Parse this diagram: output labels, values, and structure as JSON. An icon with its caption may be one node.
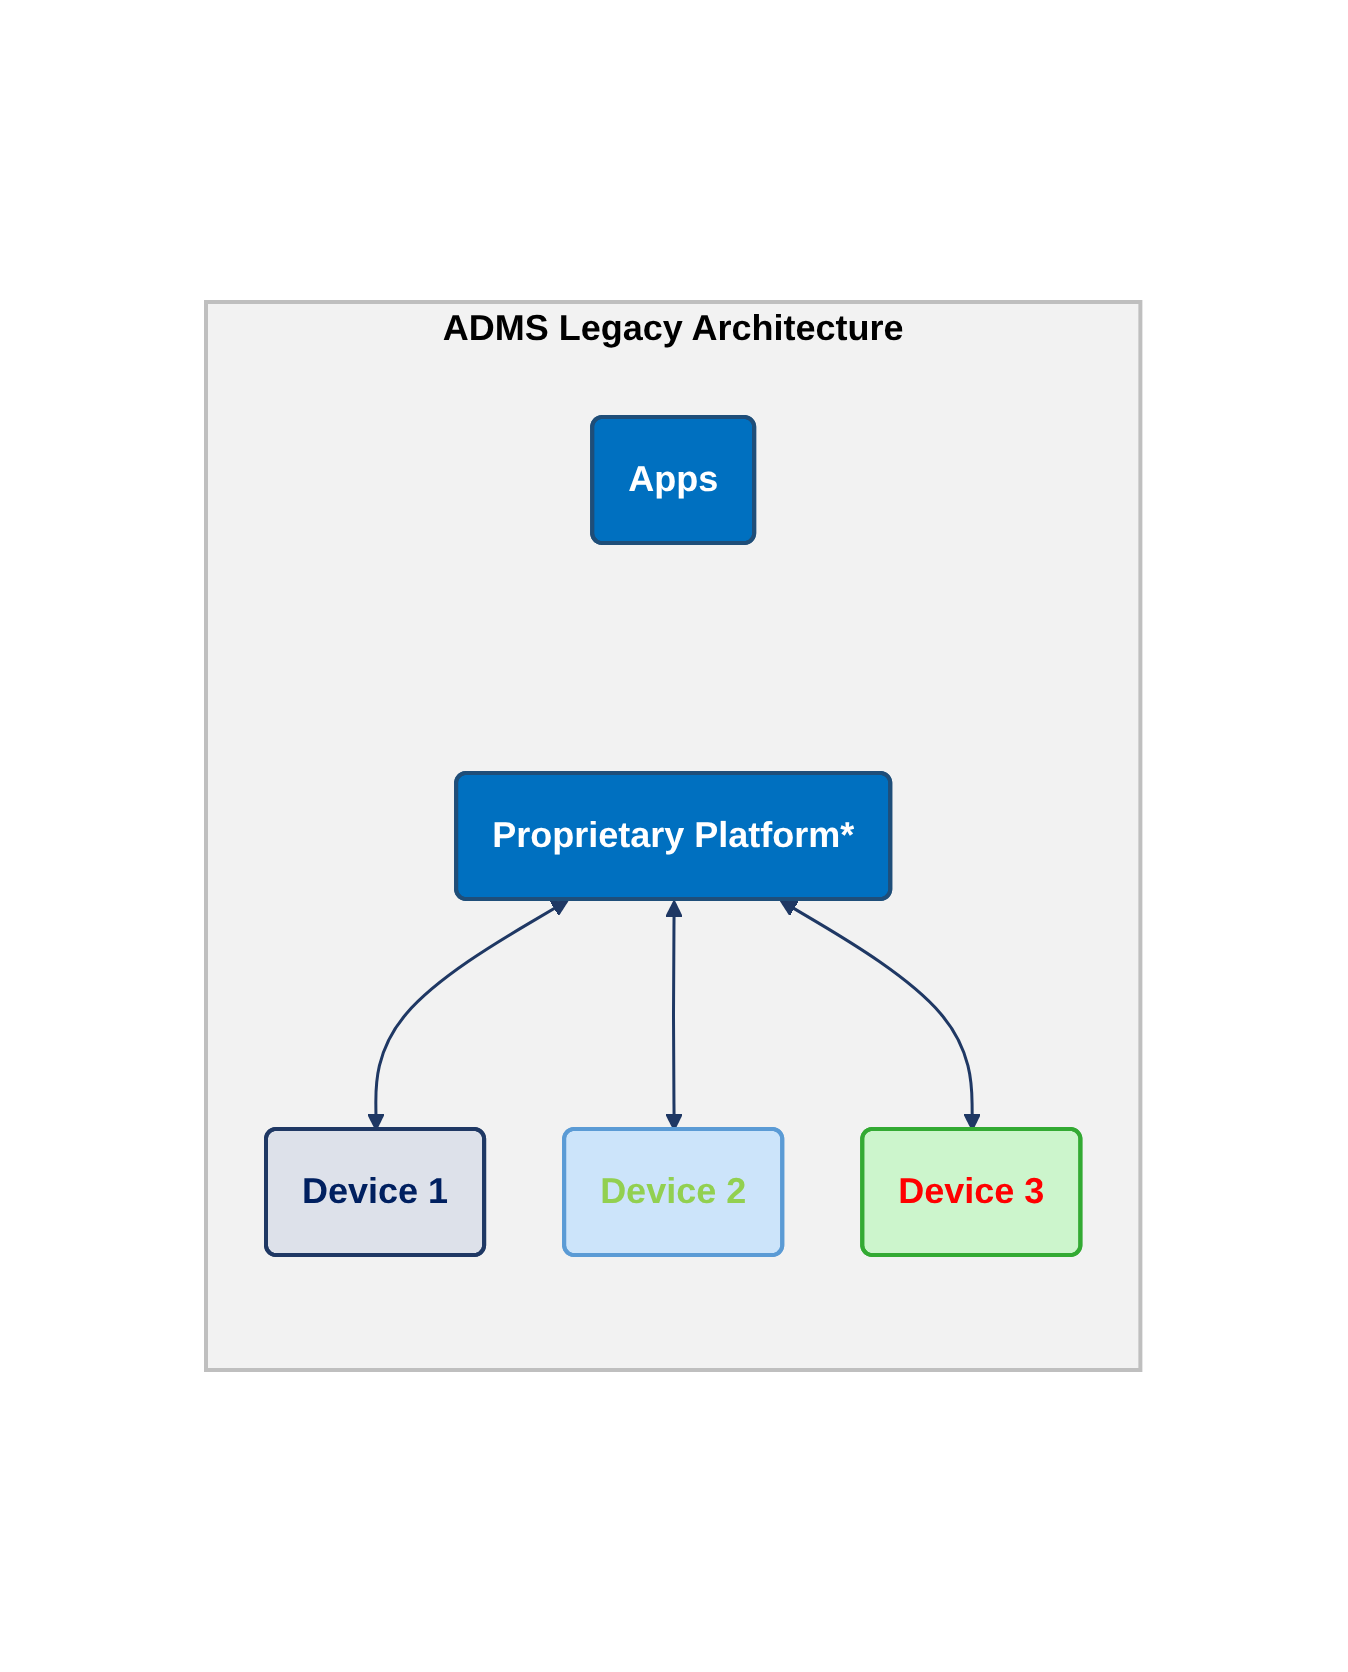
{
  "diagram": {
    "nodes": [
      {
        "text": [
          "ADMS Legacy Architecture"
        ]
      },
      {
        "text": [
          "Apps"
        ],
        "in": 0
      },
      {
        "text": [
          "Proprietary Platform*"
        ],
        "in": 0
      },
      {
        "text": [
          "Device 1"
        ],
        "in": 0
      },
      {
        "text": [
          "Device 3"
        ],
        "in": 0
      },
      {
        "text": [
          "Device 2"
        ],
        "in": 0
      }
    ],
    "edges": [
      {
        "from": 2,
        "to": 3,
        "arrow": "both"
      },
      {
        "from": 2,
        "to": 5,
        "arrow": "both"
      },
      {
        "from": 2,
        "to": 4,
        "arrow": "both"
      }
    ]
  }
}
